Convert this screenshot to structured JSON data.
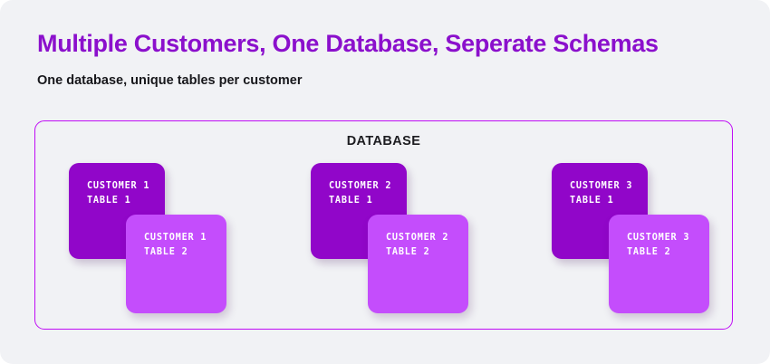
{
  "page": {
    "background_color": "#f1f2f5",
    "title": "Multiple Customers, One Database, Seperate Schemas",
    "title_color": "#8b10cc",
    "subtitle": "One database, unique tables per customer",
    "subtitle_color": "#17171b"
  },
  "database": {
    "label": "DATABASE",
    "border_color": "#bf0cf5",
    "groups": [
      {
        "name": "customer-1",
        "table1": {
          "line1": "CUSTOMER 1",
          "line2": "TABLE 1",
          "color": "#9106c9"
        },
        "table2": {
          "line1": "CUSTOMER 1",
          "line2": "TABLE 2",
          "color": "#c44dfc"
        }
      },
      {
        "name": "customer-2",
        "table1": {
          "line1": "CUSTOMER 2",
          "line2": "TABLE 1",
          "color": "#9106c9"
        },
        "table2": {
          "line1": "CUSTOMER 2",
          "line2": "TABLE 2",
          "color": "#c44dfc"
        }
      },
      {
        "name": "customer-3",
        "table1": {
          "line1": "CUSTOMER 3",
          "line2": "TABLE 1",
          "color": "#9106c9"
        },
        "table2": {
          "line1": "CUSTOMER 3",
          "line2": "TABLE 2",
          "color": "#c44dfc"
        }
      }
    ]
  }
}
